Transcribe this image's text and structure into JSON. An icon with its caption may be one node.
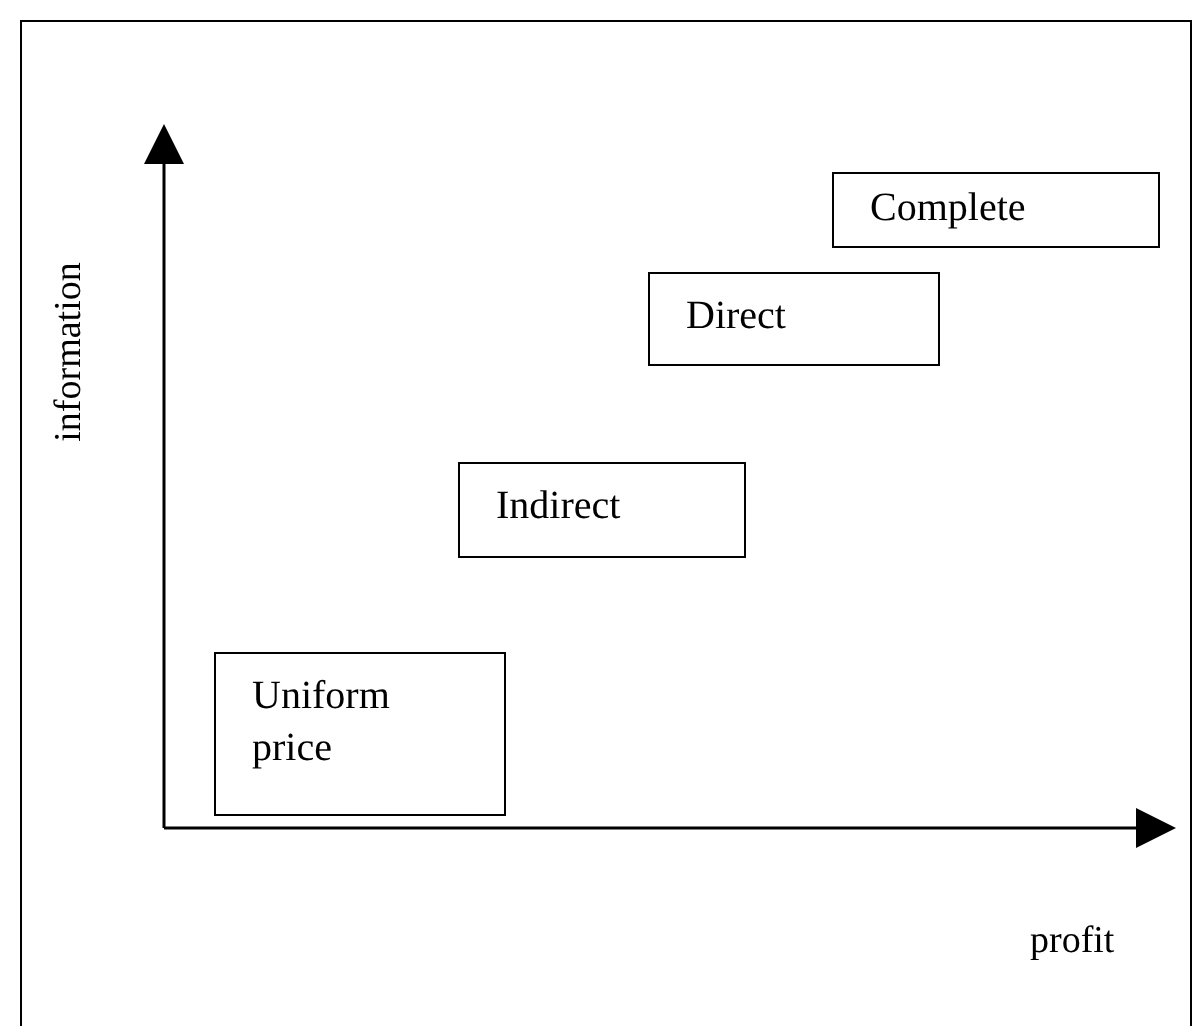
{
  "diagram": {
    "nodes": [
      {
        "text": [
          "Uniform price"
        ]
      },
      {
        "text": [
          "Indirect"
        ]
      },
      {
        "text": [
          "Direct"
        ]
      },
      {
        "text": [
          "Complete"
        ]
      }
    ],
    "labels": [
      "information",
      "profit"
    ]
  }
}
